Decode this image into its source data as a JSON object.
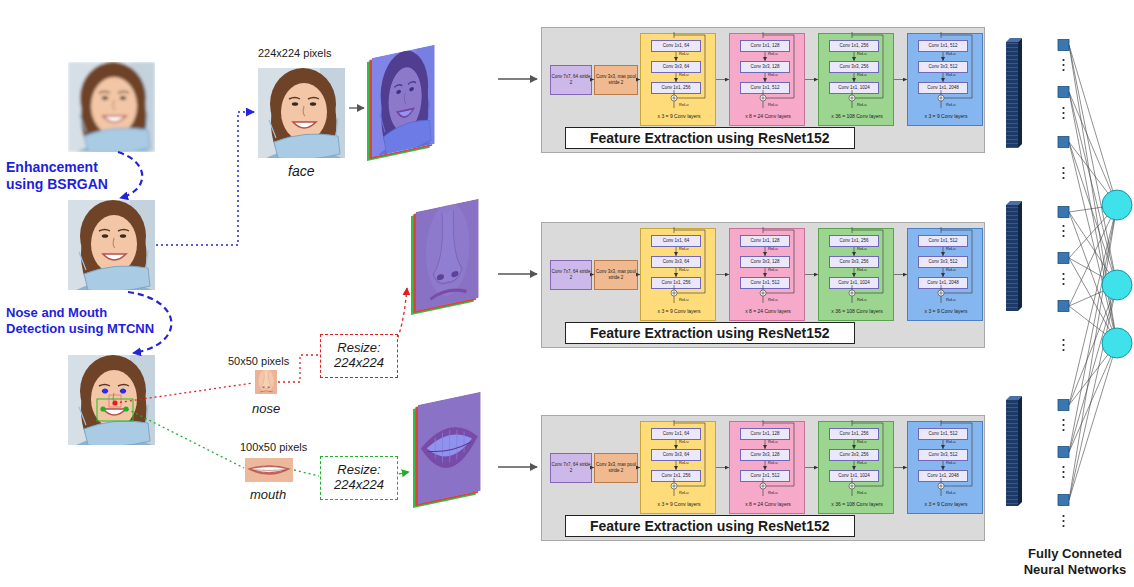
{
  "diagram": {
    "nodes": [
      {
        "text": [
          "Resize: 224x224"
        ]
      },
      {
        "text": [
          "Resize: 224x224"
        ]
      },
      {
        "text": [
          "Feature Extraction using ResNet152"
        ]
      },
      {
        "text": [
          "Conv 7x7, 64 stride 2"
        ],
        "in": 2
      },
      {
        "text": [
          "Conv 3x3, max pool stride 2"
        ],
        "in": 2
      },
      {
        "text": [
          "ReLu",
          "ReLu",
          "ReLu",
          "x 3 = 9 Conv layers"
        ],
        "in": 2
      },
      {
        "text": [
          "Conv 1x1, 64"
        ],
        "in": 5
      },
      {
        "text": [
          "Conv 3x3, 64"
        ],
        "in": 5
      },
      {
        "text": [
          "Conv 1x1, 256"
        ],
        "in": 5
      },
      {
        "text": [
          "ReLu",
          "ReLu",
          "ReLu",
          "x 8 = 24 Conv layers"
        ],
        "in": 2
      },
      {
        "text": [
          "Conv 1x1, 128"
        ],
        "in": 9
      },
      {
        "text": [
          "Conv 3x3, 128"
        ],
        "in": 9
      },
      {
        "text": [
          "Conv 1x1, 512"
        ],
        "in": 9
      },
      {
        "text": [
          "ReLu",
          "ReLu",
          "ReLu",
          "x 36 = 108 Conv layers"
        ],
        "in": 2
      },
      {
        "text": [
          "Conv 1x1, 256"
        ],
        "in": 13
      },
      {
        "text": [
          "Conv 3x3, 256"
        ],
        "in": 13
      },
      {
        "text": [
          "Conv 1x1, 1024"
        ],
        "in": 13
      },
      {
        "text": [
          "ReLu",
          "ReLu",
          "ReLu",
          "x 3 = 9 Conv layers"
        ],
        "in": 2
      },
      {
        "text": [
          "Conv 1x1, 512"
        ],
        "in": 17
      },
      {
        "text": [
          "Conv 3x3, 512"
        ],
        "in": 17
      },
      {
        "text": [
          "Conv 1x1, 2048"
        ],
        "in": 17
      },
      {
        "text": [
          "Feature Extraction using ResNet152"
        ]
      },
      {
        "text": [
          "Conv 7x7, 64 stride 2"
        ],
        "in": 21
      },
      {
        "text": [
          "Conv 3x3, max pool stride 2"
        ],
        "in": 21
      },
      {
        "text": [
          "ReLu",
          "ReLu",
          "ReLu",
          "x 3 = 9 Conv layers"
        ],
        "in": 21
      },
      {
        "text": [
          "Conv 1x1, 64"
        ],
        "in": 24
      },
      {
        "text": [
          "Conv 3x3, 64"
        ],
        "in": 24
      },
      {
        "text": [
          "Conv 1x1, 256"
        ],
        "in": 24
      },
      {
        "text": [
          "ReLu",
          "ReLu",
          "ReLu",
          "x 8 = 24 Conv layers"
        ],
        "in": 21
      },
      {
        "text": [
          "Conv 1x1, 128"
        ],
        "in": 28
      },
      {
        "text": [
          "Conv 3x3, 128"
        ],
        "in": 28
      },
      {
        "text": [
          "Conv 1x1, 512"
        ],
        "in": 28
      },
      {
        "text": [
          "ReLu",
          "ReLu",
          "ReLu",
          "x 36 = 108 Conv layers"
        ],
        "in": 21
      },
      {
        "text": [
          "Conv 1x1, 256"
        ],
        "in": 32
      },
      {
        "text": [
          "Conv 3x3, 256"
        ],
        "in": 32
      },
      {
        "text": [
          "Conv 1x1, 1024"
        ],
        "in": 32
      },
      {
        "text": [
          "ReLu",
          "ReLu",
          "ReLu",
          "x 3 = 9 Conv layers"
        ],
        "in": 21
      },
      {
        "text": [
          "Conv 1x1, 512"
        ],
        "in": 36
      },
      {
        "text": [
          "Conv 3x3, 512"
        ],
        "in": 36
      },
      {
        "text": [
          "Conv 1x1, 2048"
        ],
        "in": 36
      },
      {
        "text": [
          "Feature Extraction using ResNet152"
        ]
      },
      {
        "text": [
          "Conv 7x7, 64 stride 2"
        ],
        "in": 40
      },
      {
        "text": [
          "Conv 3x3, max pool stride 2"
        ],
        "in": 40
      },
      {
        "text": [
          "ReLu",
          "ReLu",
          "ReLu",
          "x 3 = 9 Conv layers"
        ],
        "in": 40
      },
      {
        "text": [
          "Conv 1x1, 64"
        ],
        "in": 43
      },
      {
        "text": [
          "Conv 3x3, 64"
        ],
        "in": 43
      },
      {
        "text": [
          "Conv 1x1, 256"
        ],
        "in": 43
      },
      {
        "text": [
          "ReLu",
          "ReLu",
          "ReLu",
          "x 8 = 24 Conv layers"
        ],
        "in": 40
      },
      {
        "text": [
          "Conv 1x1, 128"
        ],
        "in": 47
      },
      {
        "text": [
          "Conv 3x3, 128"
        ],
        "in": 47
      },
      {
        "text": [
          "Conv 1x1, 512"
        ],
        "in": 47
      },
      {
        "text": [
          "ReLu",
          "ReLu",
          "ReLu",
          "x 36 = 108 Conv layers"
        ],
        "in": 40
      },
      {
        "text": [
          "Conv 1x1, 256"
        ],
        "in": 51
      },
      {
        "text": [
          "Conv 3x3, 256"
        ],
        "in": 51
      },
      {
        "text": [
          "Conv 1x1, 1024"
        ],
        "in": 51
      },
      {
        "text": [
          "ReLu",
          "ReLu",
          "ReLu",
          "x 3 = 9 Conv layers"
        ],
        "in": 40
      },
      {
        "text": [
          "Conv 1x1, 512"
        ],
        "in": 55
      },
      {
        "text": [
          "Conv 3x3, 512"
        ],
        "in": 55
      },
      {
        "text": [
          "Conv 1x1, 2048"
        ],
        "in": 55
      }
    ],
    "edges": [
      {
        "from": 3,
        "to": 4,
        "arrow": "to"
      },
      {
        "from": 4,
        "to": 5,
        "arrow": "to"
      },
      {
        "from": 5,
        "to": 9,
        "arrow": "to"
      },
      {
        "from": 9,
        "to": 13,
        "arrow": "to"
      },
      {
        "from": 13,
        "to": 17,
        "arrow": "to"
      },
      {
        "from": 6,
        "to": 7,
        "arrow": "to"
      },
      {
        "from": 7,
        "to": 8,
        "arrow": "to"
      },
      {
        "from": 10,
        "to": 11,
        "arrow": "to"
      },
      {
        "from": 11,
        "to": 12,
        "arrow": "to"
      },
      {
        "from": 14,
        "to": 15,
        "arrow": "to"
      },
      {
        "from": 15,
        "to": 16,
        "arrow": "to"
      },
      {
        "from": 18,
        "to": 19,
        "arrow": "to"
      },
      {
        "from": 19,
        "to": 20,
        "arrow": "to"
      },
      {
        "from": 22,
        "to": 23,
        "arrow": "to"
      },
      {
        "from": 23,
        "to": 24,
        "arrow": "to"
      },
      {
        "from": 24,
        "to": 28,
        "arrow": "to"
      },
      {
        "from": 28,
        "to": 32,
        "arrow": "to"
      },
      {
        "from": 32,
        "to": 36,
        "arrow": "to"
      },
      {
        "from": 25,
        "to": 26,
        "arrow": "to"
      },
      {
        "from": 26,
        "to": 27,
        "arrow": "to"
      },
      {
        "from": 29,
        "to": 30,
        "arrow": "to"
      },
      {
        "from": 30,
        "to": 31,
        "arrow": "to"
      },
      {
        "from": 33,
        "to": 34,
        "arrow": "to"
      },
      {
        "from": 34,
        "to": 35,
        "arrow": "to"
      },
      {
        "from": 37,
        "to": 38,
        "arrow": "to"
      },
      {
        "from": 38,
        "to": 39,
        "arrow": "to"
      },
      {
        "from": 41,
        "to": 42,
        "arrow": "to"
      },
      {
        "from": 42,
        "to": 43,
        "arrow": "to"
      },
      {
        "from": 43,
        "to": 47,
        "arrow": "to"
      },
      {
        "from": 47,
        "to": 51,
        "arrow": "to"
      },
      {
        "from": 51,
        "to": 55,
        "arrow": "to"
      },
      {
        "from": 44,
        "to": 45,
        "arrow": "to"
      },
      {
        "from": 45,
        "to": 46,
        "arrow": "to"
      },
      {
        "from": 48,
        "to": 49,
        "arrow": "to"
      },
      {
        "from": 49,
        "to": 50,
        "arrow": "to"
      },
      {
        "from": 52,
        "to": 53,
        "arrow": "to"
      },
      {
        "from": 53,
        "to": 54,
        "arrow": "to"
      },
      {
        "from": 56,
        "to": 57,
        "arrow": "to"
      },
      {
        "from": 57,
        "to": 58,
        "arrow": "to"
      }
    ],
    "labels": [
      "224x224 pixels",
      "Enhancement using BSRGAN",
      "face",
      "Nose and Mouth Detection using MTCNN",
      "50x50 pixels",
      "nose",
      "100x50 pixels",
      "mouth",
      "Fully Conneted Neural Networks"
    ]
  }
}
